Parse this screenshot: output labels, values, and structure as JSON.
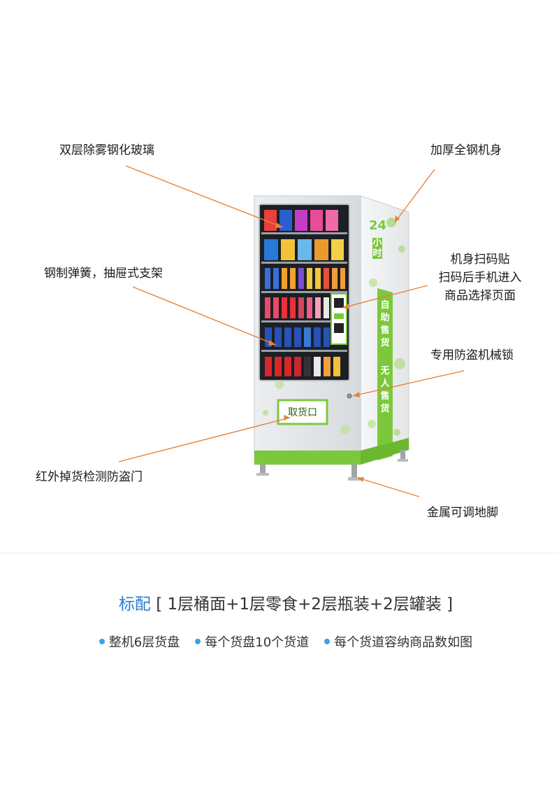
{
  "callouts": {
    "glass": "双层除雾钢化玻璃",
    "body": "加厚全钢机身",
    "spring": "钢制弹簧，抽屉式支架",
    "scan_line1": "机身扫码贴",
    "scan_line2": "扫码后手机进入",
    "scan_line3": "商品选择页面",
    "lock": "专用防盗机械锁",
    "door": "红外掉货检测防盗门",
    "feet": "金属可调地脚"
  },
  "machine": {
    "badge_number": "24",
    "badge_text": "小时",
    "side_text_1": "自助售货",
    "side_text_2": "无人售货",
    "pickup_label": "取货口"
  },
  "spec": {
    "accent": "标配",
    "detail": "[ 1层桶面+1层零食+2层瓶装+2层罐装 ]",
    "items": [
      "整机6层货盘",
      "每个货盘10个货道",
      "每个货道容纳商品数如图"
    ]
  },
  "colors": {
    "green": "#7cc83c",
    "arrow": "#e8823a",
    "accent_blue": "#2b7bd0",
    "bullet_blue": "#3fa0e0"
  }
}
